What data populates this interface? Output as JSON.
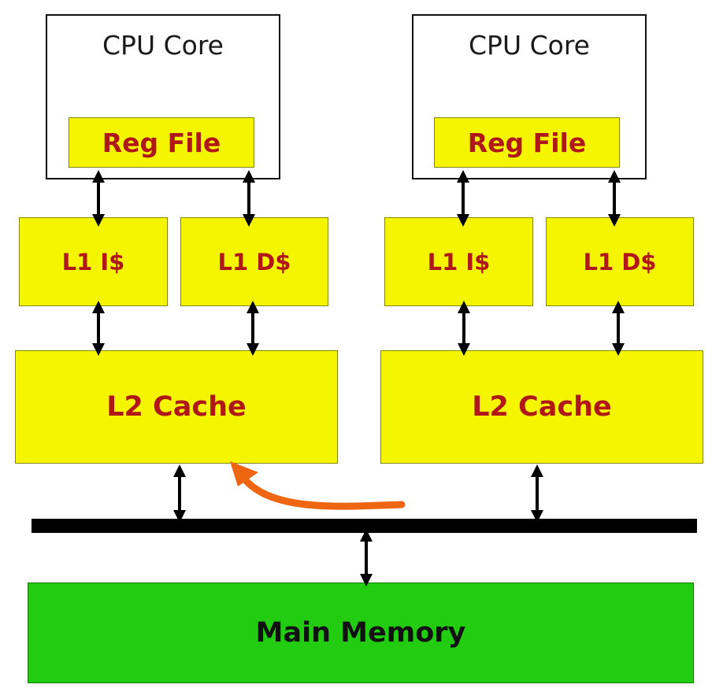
{
  "cores": [
    {
      "title": "CPU Core",
      "reg_file": "Reg File",
      "l1_icache": "L1 I$",
      "l1_dcache": "L1 D$",
      "l2_cache": "L2 Cache"
    },
    {
      "title": "CPU Core",
      "reg_file": "Reg File",
      "l1_icache": "L1 I$",
      "l1_dcache": "L1 D$",
      "l2_cache": "L2 Cache"
    }
  ],
  "main_memory": "Main Memory",
  "colors": {
    "cache_fill": "#f5f500",
    "cache_text": "#b01818",
    "memory_fill": "#22cc11",
    "bus": "#000000",
    "transfer_arrow": "#ee6611"
  }
}
